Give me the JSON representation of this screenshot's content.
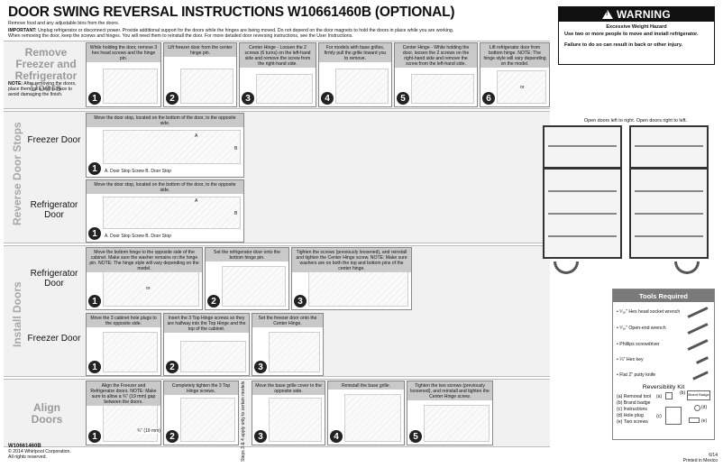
{
  "header": {
    "title": "DOOR SWING REVERSAL INSTRUCTIONS W10661460B (OPTIONAL)",
    "line1": "Remove food and any adjustable bins from the doors.",
    "line2_bold": "IMPORTANT:",
    "line2": " Unplug refrigerator or disconnect power. Provide additional support for the doors while the hinges are being moved. Do not depend on the door magnets to hold the doors in place while you are working.",
    "line3": "When removing the door, keep the screws and hinges. You will need them to reinstall the door. For more detailed door reversing instructions, see the User Instructions."
  },
  "warning": {
    "label": "WARNING",
    "subtitle": "Excessive Weight Hazard",
    "line1": "Use two or more people to move and install refrigerator.",
    "line2": "Failure to do so can result in back or other injury."
  },
  "sections": {
    "remove": {
      "label": "Remove Freezer and Refrigerator Doors",
      "note_bold": "NOTE:",
      "note": " After removing the doors, place them on a soft surface to avoid damaging the finish.",
      "steps": [
        {
          "num": "1",
          "text": "While holding the door, remove 3 hex head screws and the hinge pin."
        },
        {
          "num": "2",
          "text": "Lift freezer door from the center hinge pin."
        },
        {
          "num": "3",
          "text": "Center Hinge - Loosen the 2 screws (6 turns) on the left-hand side and remove the screw from the right-hand side."
        },
        {
          "num": "4",
          "text": "For models with base grilles, firmly pull the grille toward you to remove."
        },
        {
          "num": "5",
          "text": "Center Hinge - While holding the door, loosen the 2 screws on the right-hand side and remove the screw from the left-hand side."
        },
        {
          "num": "6",
          "text": "Lift refrigerator door from bottom hinge. NOTE: The hinge style will vary depending on the model."
        }
      ],
      "or_label": "or"
    },
    "reverse": {
      "label": "Reverse Door Stops",
      "freezer_label": "Freezer Door",
      "fridge_label": "Refrigerator Door",
      "freezer_step": {
        "num": "1",
        "text": "Move the door stop, located on the bottom of the door, to the opposite side.",
        "legend": "A. Door Stop Screw   B. Door Stop"
      },
      "fridge_step": {
        "num": "1",
        "text": "Move the door stop, located on the bottom of the door, to the opposite side.",
        "legend": "A. Door Stop Screw   B. Door Stop"
      },
      "marker_a": "A",
      "marker_b": "B"
    },
    "install": {
      "label": "Install Doors",
      "fridge_label": "Refrigerator Door",
      "freezer_label": "Freezer Door",
      "fridge_steps": [
        {
          "num": "1",
          "text": "Move the bottom hinge to the opposite side of the cabinet. Make sure the washer remains on the hinge pin. NOTE: The hinge style will vary depending on the model."
        },
        {
          "num": "2",
          "text": "Set the refrigerator door onto the bottom hinge pin."
        },
        {
          "num": "3",
          "text": "Tighten the screws (previously loosened), and reinstall and tighten the Center Hinge screw. NOTE: Make sure washers are on both the top and bottom pins of the center hinge."
        }
      ],
      "freezer_steps": [
        {
          "num": "1",
          "text": "Move the 3 cabinet hole plugs to the opposite side."
        },
        {
          "num": "2",
          "text": "Insert the 3 Top Hinge screws so they are halfway into the Top Hinge and the top of the cabinet."
        },
        {
          "num": "3",
          "text": "Set the freezer door onto the Center Hinge."
        }
      ]
    },
    "align": {
      "label": "Align Doors",
      "vertical_note": "Steps 3 & 4 apply only to certain models",
      "steps": [
        {
          "num": "1",
          "text": "Align the Freezer and Refrigerator doors. NOTE: Make sure to allow a ¾\" (19 mm) gap between the doors.",
          "gap": "¾\" (19 mm)"
        },
        {
          "num": "2",
          "text": "Completely tighten the 3 Top Hinge screws."
        },
        {
          "num": "3",
          "text": "Move the base grille cover to the opposite side."
        },
        {
          "num": "4",
          "text": "Reinstall the base grille."
        },
        {
          "num": "5",
          "text": "Tighten the two screws (previously loosened), and reinstall and tighten the Center Hinge screw."
        }
      ]
    }
  },
  "fridge_caption": "Open doors left to right. Open doors right to left.",
  "tools": {
    "title": "Tools Required",
    "items": [
      "• ⁵⁄₁₆\" Hex head socket wrench",
      "• ⁵⁄₁₆\" Open-end wrench",
      "• Phillips screwdriver",
      "• ¼\" Hex key",
      "• Flat 2\" putty knife"
    ],
    "kit_title": "Reversibility Kit",
    "kit_items": [
      "(a) Removal tool",
      "(b) Brand badge",
      "(c) Instructions",
      "(d) Hole plug",
      "(e) Two screws"
    ],
    "kit_marks": [
      "(a)",
      "(b)",
      "(c)",
      "(d)",
      "(e)"
    ],
    "brand_badge_text": "Brand Badge"
  },
  "footer": {
    "part": "W10661460B",
    "copyright": "© 2014 Whirlpool Corporation.",
    "rights": "All rights reserved.",
    "date": "6/14",
    "printed": "Printed in Mexico"
  }
}
